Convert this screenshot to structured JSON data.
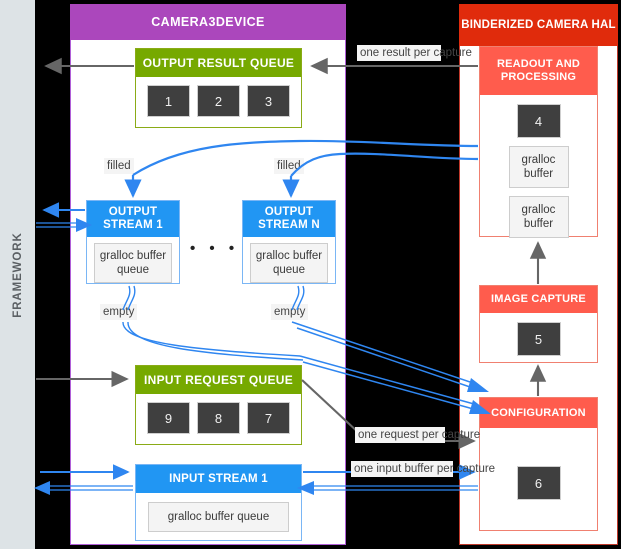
{
  "framework": {
    "label": "FRAMEWORK"
  },
  "camera3device": {
    "title": "CAMERA3DEVICE"
  },
  "hal": {
    "title": "BINDERIZED CAMERA HAL"
  },
  "output_result_queue": {
    "title": "OUTPUT RESULT QUEUE",
    "slots": [
      "1",
      "2",
      "3"
    ]
  },
  "input_request_queue": {
    "title": "INPUT REQUEST QUEUE",
    "slots": [
      "9",
      "8",
      "7"
    ]
  },
  "output_streams": [
    {
      "title": "OUTPUT STREAM 1",
      "buffer_label": "gralloc buffer queue",
      "filled_label": "filled",
      "empty_label": "empty"
    },
    {
      "title": "OUTPUT STREAM N",
      "buffer_label": "gralloc buffer queue",
      "filled_label": "filled",
      "empty_label": "empty"
    }
  ],
  "ellipsis": "• • •",
  "input_stream": {
    "title": "INPUT STREAM 1",
    "buffer_label": "gralloc buffer queue"
  },
  "hal_blocks": [
    {
      "title": "READOUT AND PROCESSING",
      "slot": "4",
      "buffers": [
        "gralloc buffer",
        "gralloc buffer"
      ]
    },
    {
      "title": "IMAGE CAPTURE",
      "slot": "5"
    },
    {
      "title": "CONFIGURATION",
      "slot": "6"
    }
  ],
  "edge_labels": {
    "one_result": "one result per capture",
    "one_request": "one request per capture",
    "one_input_buffer": "one input buffer per capture"
  },
  "colors": {
    "framework": "#dde3e6",
    "camera3device": "#ab47bc",
    "hal": "#e02b0c",
    "queue_green": "#76a900",
    "stream_blue": "#2196f3",
    "hal_block_red": "#ff5c4d",
    "slot_dark": "#3f3f3f",
    "arrow_gray": "#666666",
    "arrow_blue": "#2f86f0"
  }
}
